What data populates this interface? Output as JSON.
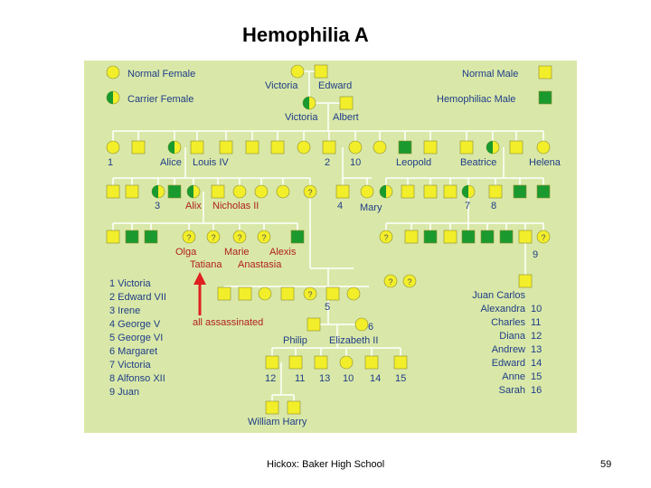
{
  "title": "Hemophilia A",
  "footer": "Hickox: Baker High School",
  "page_number": "59",
  "colors": {
    "background": "#d9e8a8",
    "normal_fill": "#f2ee2a",
    "affected_fill": "#1a9a2e",
    "line": "#ffffff",
    "label": "#1f3c88",
    "royal_label": "#b02020",
    "arrow": "#e02020"
  },
  "legend": {
    "normal_female": "Normal Female",
    "carrier_female": "Carrier Female",
    "normal_male": "Normal Male",
    "hemophiliac_male": "Hemophiliac Male"
  },
  "names": {
    "victoria": "Victoria",
    "edward": "Edward",
    "victoria2": "Victoria",
    "albert": "Albert",
    "n1": "1",
    "alice": "Alice",
    "louis": "Louis IV",
    "n2": "2",
    "n10": "10",
    "leopold": "Leopold",
    "beatrice": "Beatrice",
    "helena": "Helena",
    "n3": "3",
    "alix": "Alix",
    "nicholas": "Nicholas II",
    "n4": "4",
    "mary": "Mary",
    "n7": "7",
    "n8": "8",
    "olga": "Olga",
    "marie": "Marie",
    "alexis": "Alexis",
    "tatiana": "Tatiana",
    "anastasia": "Anastasia",
    "n9": "9",
    "n5": "5",
    "n6": "6",
    "philip": "Philip",
    "elizabeth": "Elizabeth II",
    "c12": "12",
    "c11": "11",
    "c13": "13",
    "c10": "10",
    "c14": "14",
    "c15": "15",
    "william_harry": "William Harry",
    "assassinated": "all assassinated",
    "question": "?"
  },
  "key_left": [
    {
      "num": "1",
      "name": "Victoria"
    },
    {
      "num": "2",
      "name": "Edward VII"
    },
    {
      "num": "3",
      "name": "Irene"
    },
    {
      "num": "4",
      "name": "George V"
    },
    {
      "num": "5",
      "name": "George VI"
    },
    {
      "num": "6",
      "name": "Margaret"
    },
    {
      "num": "7",
      "name": "Victoria"
    },
    {
      "num": "8",
      "name": "Alfonso XII"
    },
    {
      "num": "9",
      "name": "Juan"
    }
  ],
  "key_right": [
    {
      "name": "Juan Carlos",
      "num": ""
    },
    {
      "name": "Alexandra",
      "num": "10"
    },
    {
      "name": "Charles",
      "num": "11"
    },
    {
      "name": "Diana",
      "num": "12"
    },
    {
      "name": "Andrew",
      "num": "13"
    },
    {
      "name": "Edward",
      "num": "14"
    },
    {
      "name": "Anne",
      "num": "15"
    },
    {
      "name": "Sarah",
      "num": "16"
    }
  ]
}
